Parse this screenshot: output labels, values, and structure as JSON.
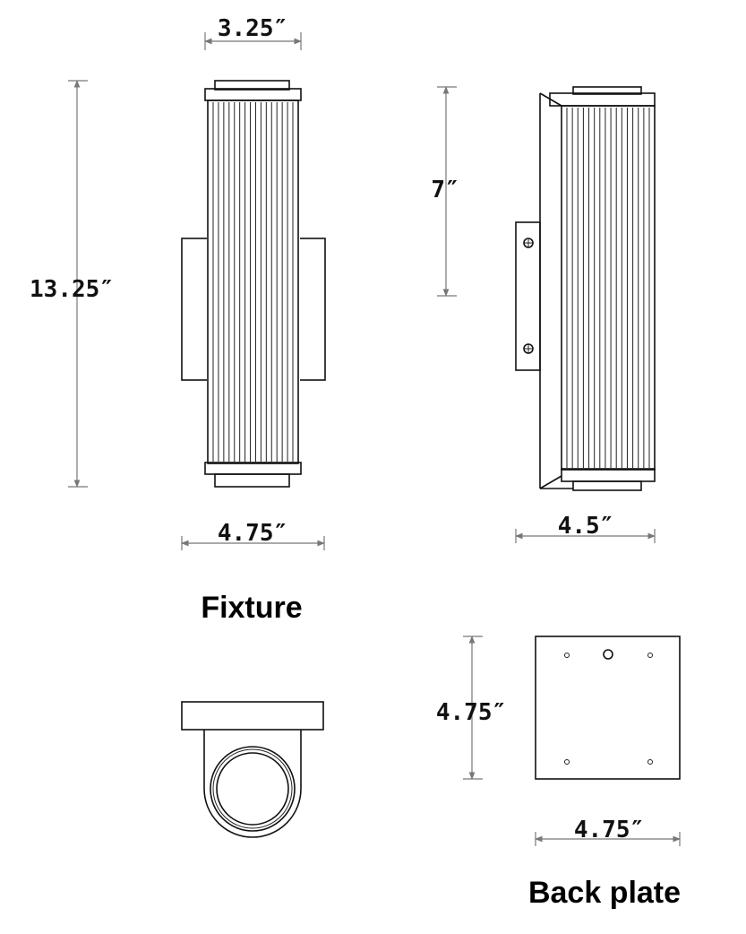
{
  "dimensions": {
    "fixture_top_width": "3.25″",
    "fixture_height": "13.25″",
    "fixture_base_width": "4.75″",
    "side_height": "7″",
    "side_depth": "4.5″",
    "backplate_height": "4.75″",
    "backplate_width": "4.75″"
  },
  "captions": {
    "fixture": "Fixture",
    "backplate": "Back plate"
  },
  "icons": {
    "screw": "screw-head-icon",
    "mount_hole": "mount-hole-icon"
  }
}
